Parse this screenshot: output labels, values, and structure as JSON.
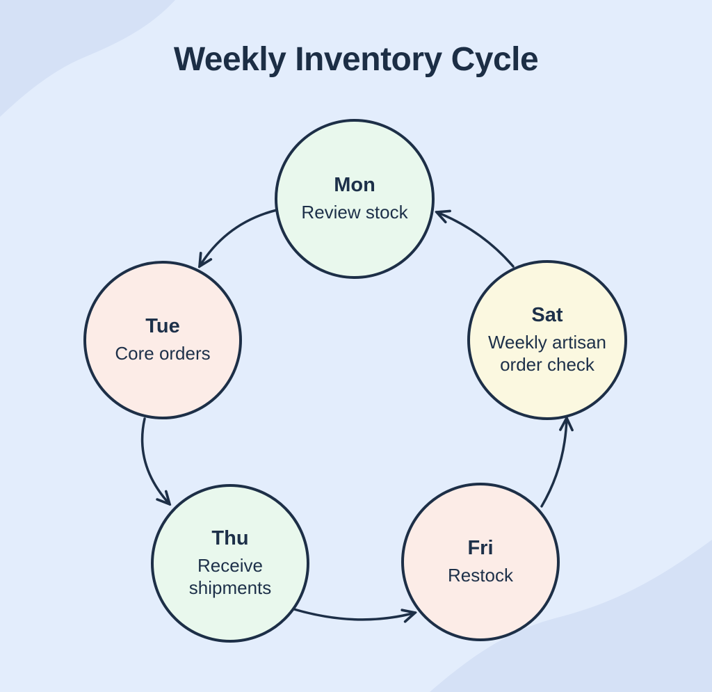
{
  "title": "Weekly Inventory Cycle",
  "diagram": {
    "type": "cycle",
    "nodes": [
      {
        "day": "Mon",
        "task": "Review stock",
        "fill": "#e9f8ed"
      },
      {
        "day": "Tue",
        "task": "Core orders",
        "fill": "#fcece7"
      },
      {
        "day": "Thu",
        "task": "Receive shipments",
        "fill": "#e9f8ed"
      },
      {
        "day": "Fri",
        "task": "Restock",
        "fill": "#fcece7"
      },
      {
        "day": "Sat",
        "task": "Weekly artisan order check",
        "fill": "#fbf8e0"
      }
    ],
    "edges": [
      {
        "from": "Mon",
        "to": "Tue"
      },
      {
        "from": "Tue",
        "to": "Thu"
      },
      {
        "from": "Thu",
        "to": "Fri"
      },
      {
        "from": "Fri",
        "to": "Sat"
      },
      {
        "from": "Sat",
        "to": "Mon"
      }
    ]
  },
  "colors": {
    "background": "#e3edfc",
    "blob": "#d5e1f6",
    "ink": "#1d2f47",
    "text": "#1d3049",
    "node_mint": "#e9f8ed",
    "node_pink": "#fcece7",
    "node_cream": "#fbf8e0"
  }
}
